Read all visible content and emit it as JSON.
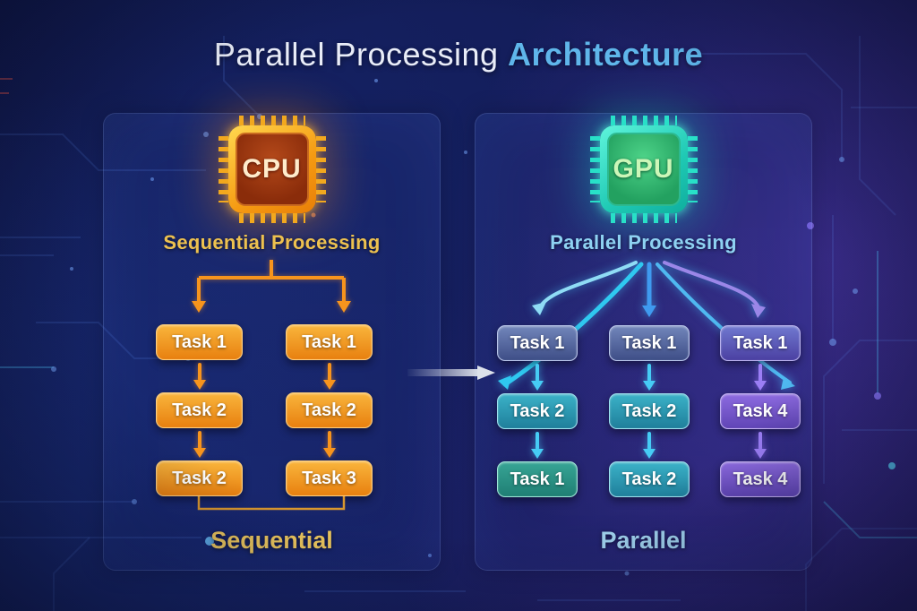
{
  "title": {
    "main": "Parallel Processing ",
    "accent": "Architecture"
  },
  "left_panel": {
    "chip_label": "CPU",
    "subtitle": "Sequential Processing",
    "caption": "Sequential",
    "accent_color": "#f7941d",
    "columns": [
      {
        "tasks": [
          "Task 1",
          "Task 2",
          "Task 2"
        ]
      },
      {
        "tasks": [
          "Task 1",
          "Task 2",
          "Task 3"
        ]
      }
    ]
  },
  "right_panel": {
    "chip_label": "GPU",
    "subtitle": "Parallel Processing",
    "caption": "Parallel",
    "accent_color": "#3fc9f5",
    "columns": [
      {
        "tasks": [
          "Task 1",
          "Task 2",
          "Task 1"
        ]
      },
      {
        "tasks": [
          "Task 1",
          "Task 2",
          "Task 2"
        ]
      },
      {
        "tasks": [
          "Task 1",
          "Task 4",
          "Task 4"
        ]
      }
    ]
  },
  "colors": {
    "background": "#131b55",
    "cpu_accent": "#f7941d",
    "gpu_accent": "#3fc9f5",
    "title_accent": "#5fb6ea",
    "gold_text": "#eec85e",
    "blue_text": "#a3d6f2"
  }
}
